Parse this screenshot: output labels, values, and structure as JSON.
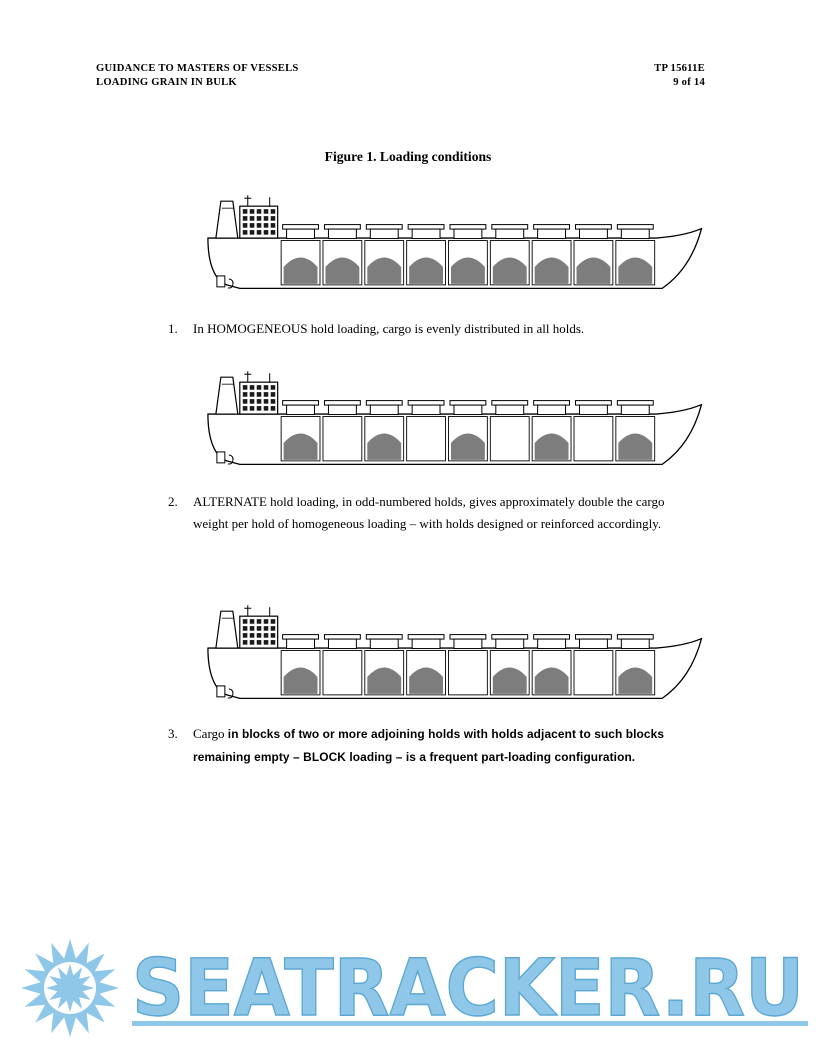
{
  "page": {
    "header": {
      "left_line1": "GUIDANCE TO MASTERS OF VESSELS",
      "left_line2": "LOADING GRAIN IN BULK",
      "right_line1": "TP 15611E",
      "right_line2": "9 of 14"
    },
    "figure": {
      "title": "Figure 1. Loading conditions",
      "fill_color": "#7d7d7d",
      "ships": [
        {
          "label": "homogeneous-loading",
          "holds": 9,
          "filled_holds": [
            1,
            2,
            3,
            4,
            5,
            6,
            7,
            8,
            9
          ]
        },
        {
          "label": "alternate-loading",
          "holds": 9,
          "filled_holds": [
            1,
            3,
            5,
            7,
            9
          ]
        },
        {
          "label": "block-loading",
          "holds": 9,
          "filled_holds": [
            1,
            3,
            4,
            6,
            7,
            9
          ]
        }
      ]
    },
    "items": [
      {
        "num": "1.",
        "lead": "In HOMOGENEOUS hold loading, cargo is evenly distributed in all holds.",
        "emph": ""
      },
      {
        "num": "2.",
        "lead": "ALTERNATE hold loading, in odd-numbered holds, gives approximately double the cargo weight per hold of homogeneous loading – with holds designed or reinforced accordingly.",
        "emph": ""
      },
      {
        "num": "3.",
        "lead": "Cargo ",
        "emph": "in blocks of two or more adjoining holds with holds adjacent to such blocks remaining empty – BLOCK loading – is a frequent part-loading configuration."
      }
    ],
    "watermark": {
      "text": "SEATRACKER.RU",
      "color": "#8fc7e8",
      "stroke": "#5ba7d4"
    }
  }
}
